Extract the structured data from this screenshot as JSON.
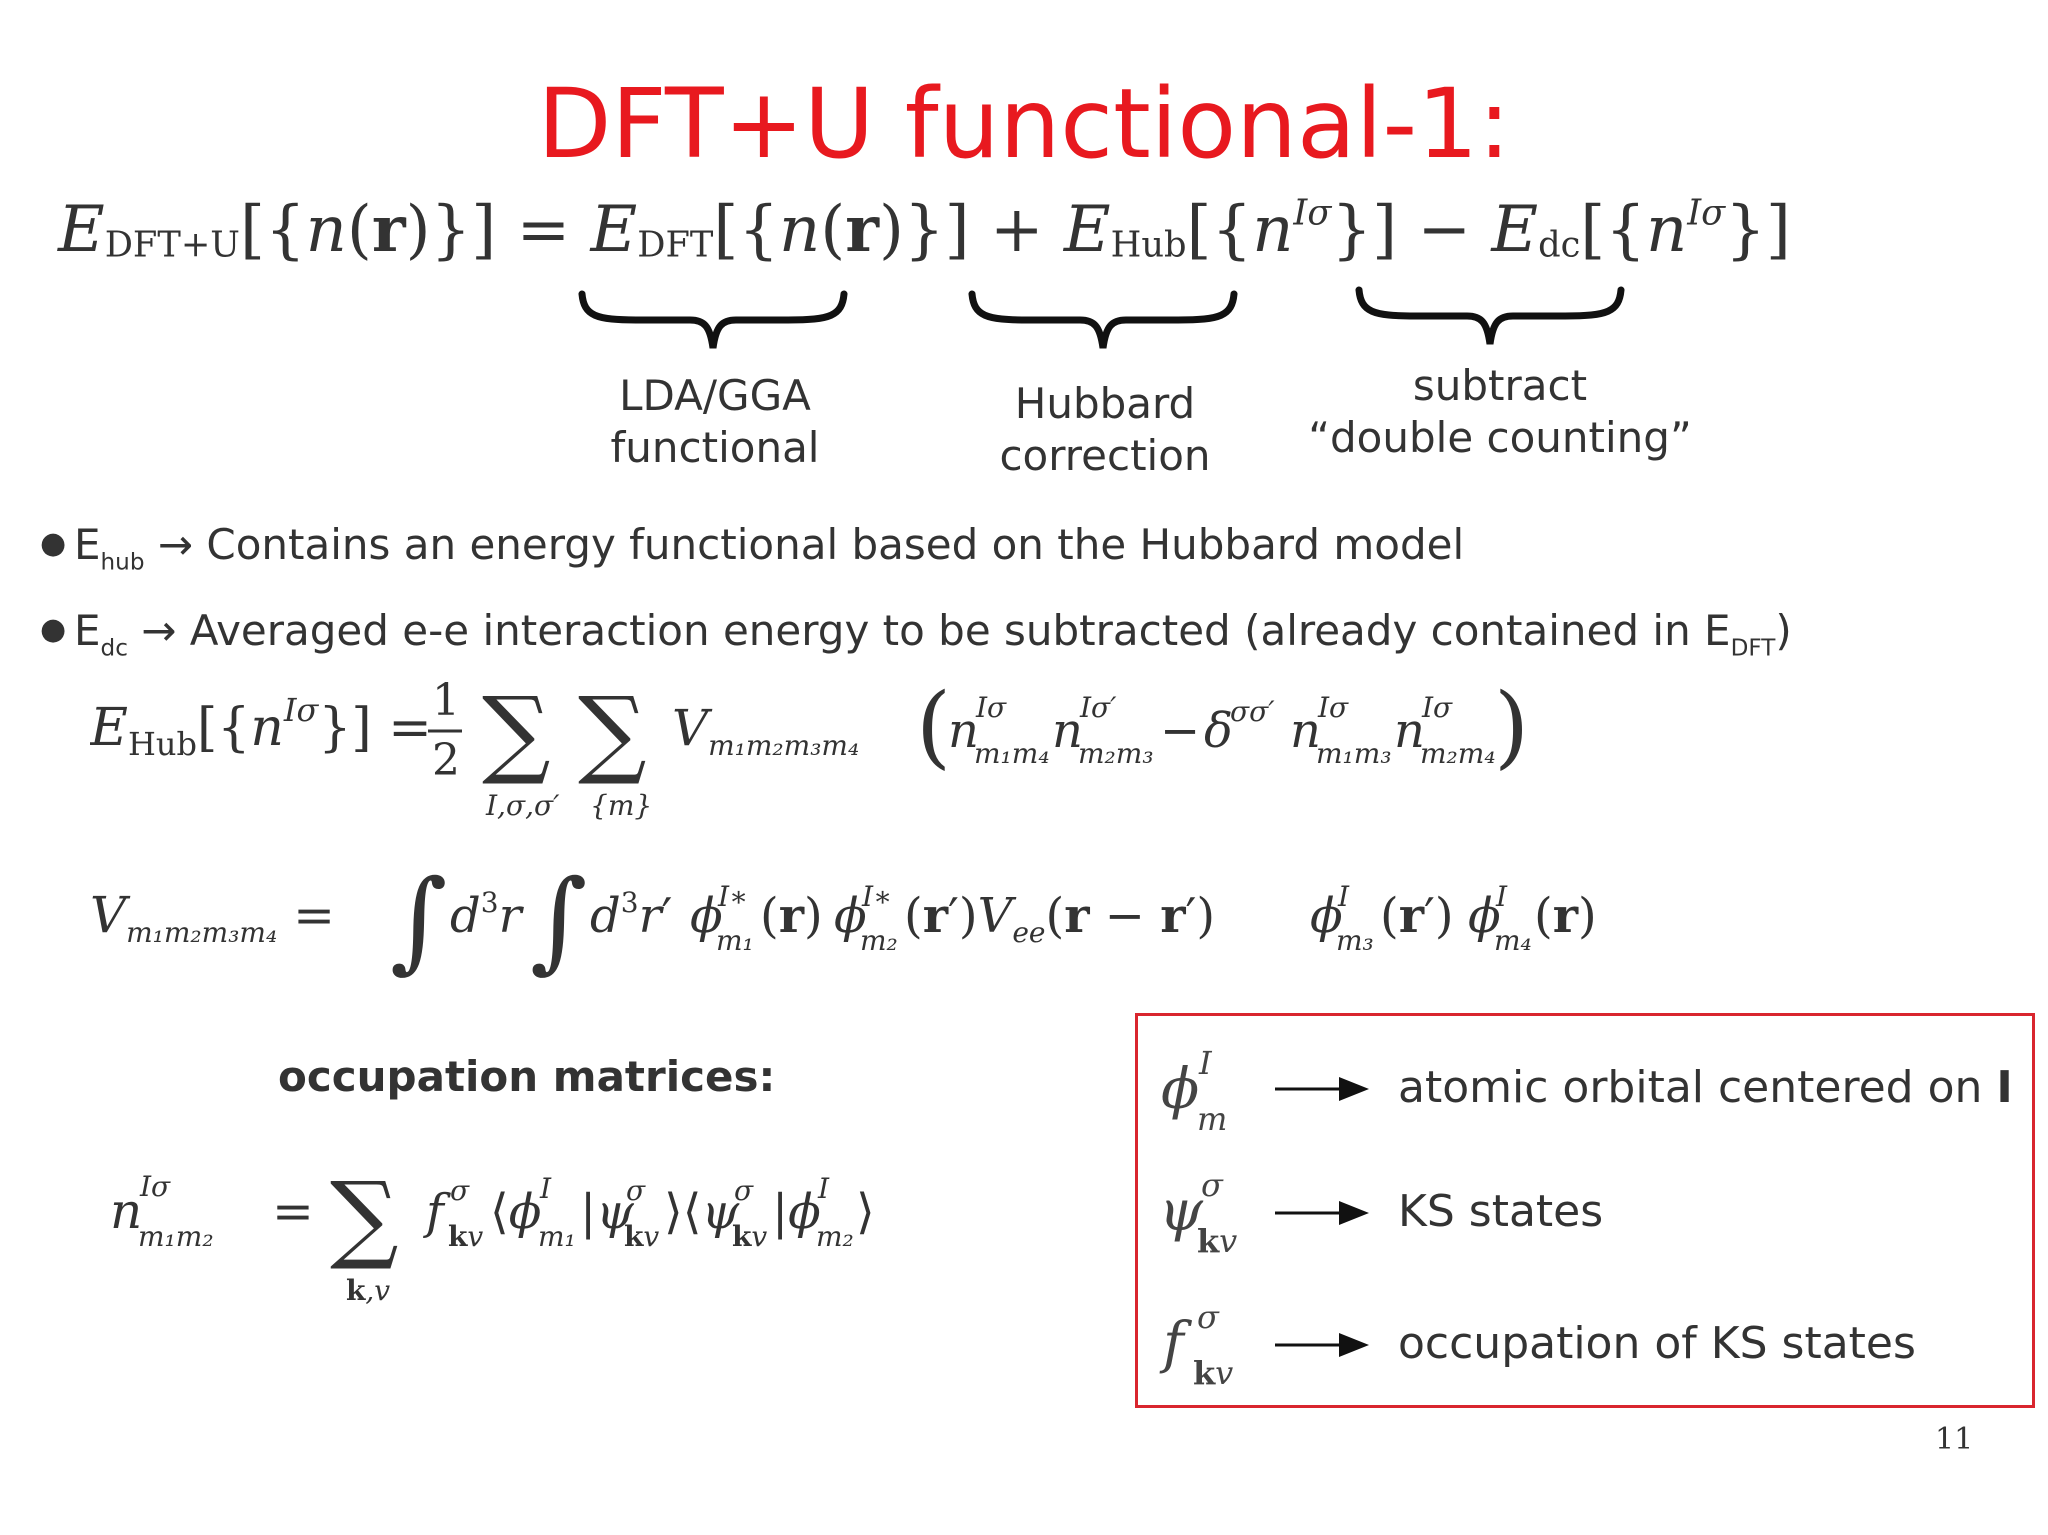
{
  "slide": {
    "title": "DFT+U functional-1:",
    "page_number": "11"
  },
  "brace_labels": {
    "lda_line1": "LDA/GGA",
    "lda_line2": "functional",
    "hub_line1": "Hubbard",
    "hub_line2": "correction",
    "dc_line1": "subtract",
    "dc_line2": "“double counting”"
  },
  "bullets": [
    {
      "sym": "E",
      "sub": "hub",
      "text": " → Contains an energy functional based on the Hubbard model",
      "tail": "",
      "tail_sub": "",
      "close": ""
    },
    {
      "sym": "E",
      "sub": "dc",
      "text": " → Averaged e-e interaction energy to be subtracted (already contained in ",
      "tail": "E",
      "tail_sub": "DFT",
      "close": ")"
    }
  ],
  "occupation": {
    "title": "occupation matrices:"
  },
  "legend": [
    {
      "text": "atomic orbital centered on ",
      "bold": "I"
    },
    {
      "text": "KS states",
      "bold": ""
    },
    {
      "text": "occupation of KS states",
      "bold": ""
    }
  ],
  "colors": {
    "title": "#e8191f",
    "box_border": "#d9262e",
    "text": "#333333"
  }
}
